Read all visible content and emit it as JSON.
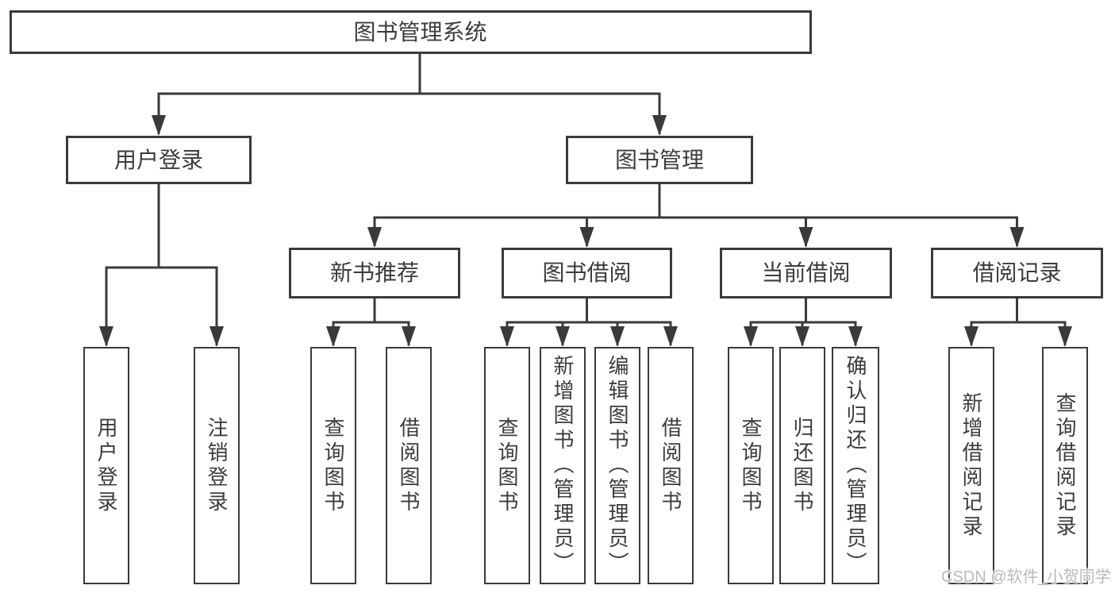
{
  "diagram_type": "functional-structure-tree",
  "tree": {
    "label": "图书管理系统",
    "children": [
      {
        "label": "用户登录",
        "children": [
          {
            "label": "用户登录"
          },
          {
            "label": "注销登录"
          }
        ]
      },
      {
        "label": "图书管理",
        "children": [
          {
            "label": "新书推荐",
            "children": [
              {
                "label": "查询图书"
              },
              {
                "label": "借阅图书"
              }
            ]
          },
          {
            "label": "图书借阅",
            "children": [
              {
                "label": "查询图书"
              },
              {
                "label": "新增图书（管理员）"
              },
              {
                "label": "编辑图书（管理员）"
              },
              {
                "label": "借阅图书"
              }
            ]
          },
          {
            "label": "当前借阅",
            "children": [
              {
                "label": "查询图书"
              },
              {
                "label": "归还图书"
              },
              {
                "label": "确认归还（管理员）"
              }
            ]
          },
          {
            "label": "借阅记录",
            "children": [
              {
                "label": "新增借阅记录"
              },
              {
                "label": "查询借阅记录"
              }
            ]
          }
        ]
      }
    ]
  },
  "watermark": {
    "text": "CSDN @软件_小贺同学"
  },
  "colors": {
    "line": "#3a3a3a",
    "text": "#3c3c3c",
    "box_background": "#ffffff",
    "page_background": "#ffffff",
    "watermark": "#b9b9b9"
  }
}
